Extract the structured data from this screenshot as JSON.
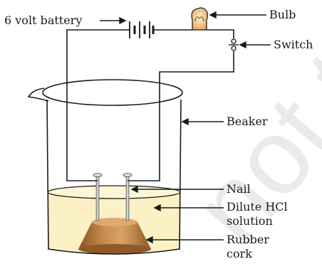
{
  "labels": {
    "battery": "6 volt battery",
    "bulb": "Bulb",
    "switch": "Switch",
    "beaker": "Beaker",
    "nail": "Nail",
    "solution_line1": "Dilute HCl",
    "solution_line2": "solution",
    "cork_line1": "Rubber",
    "cork_line2": "cork"
  },
  "watermark": "not to",
  "colors": {
    "wire": "#1a1a1a",
    "solution": "#fbf1c4",
    "cork": "#b9793e",
    "bulb": "#f3c27a",
    "watermark": "#d6d9dc"
  }
}
